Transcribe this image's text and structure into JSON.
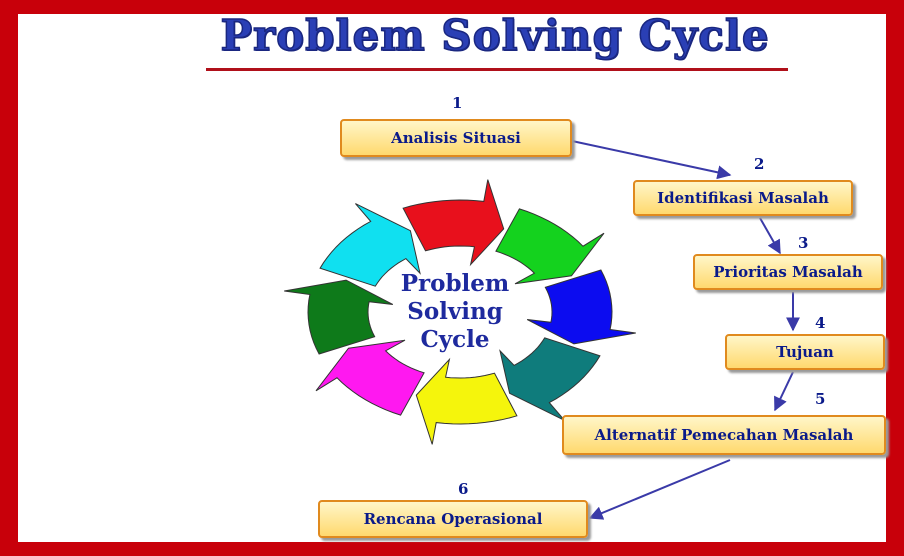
{
  "title": "Problem Solving Cycle",
  "center_label": [
    "Problem",
    "Solving",
    "Cycle"
  ],
  "steps": [
    {
      "number": "1",
      "label": "Analisis Situasi"
    },
    {
      "number": "2",
      "label": "Identifikasi Masalah"
    },
    {
      "number": "3",
      "label": "Prioritas Masalah"
    },
    {
      "number": "4",
      "label": "Tujuan"
    },
    {
      "number": "5",
      "label": "Alternatif Pemecahan Masalah"
    },
    {
      "number": "6",
      "label": "Rencana Operasional"
    }
  ],
  "colors": {
    "border": "#c8000a",
    "title": "#2a3fb5",
    "box_fill": "#ffe38a",
    "box_border": "#e08a1e",
    "text": "#0a1a8a",
    "connector": "#3a3aa8",
    "arrows": [
      "#e8101c",
      "#14d21e",
      "#0c0cf0",
      "#0f7c7c",
      "#f5f50c",
      "#ff18f0",
      "#0e7a1a",
      "#10e0f0"
    ]
  }
}
